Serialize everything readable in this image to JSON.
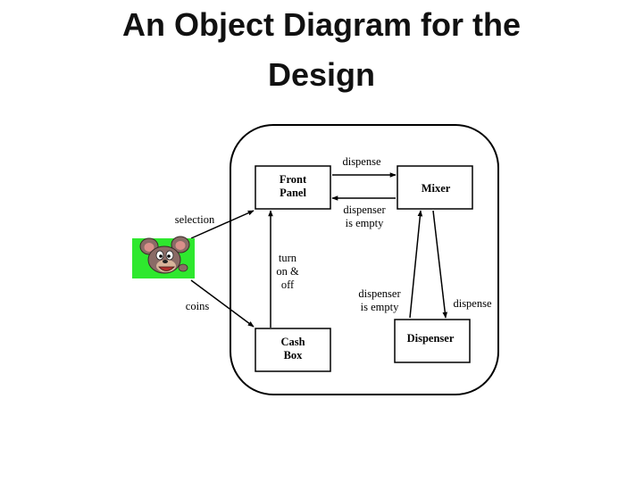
{
  "title": {
    "line1": "An Object Diagram for the",
    "line2": "Design"
  },
  "diagram": {
    "objects": {
      "front_panel": [
        "Front",
        "Panel"
      ],
      "mixer": [
        "Mixer"
      ],
      "cash_box": [
        "Cash",
        "Box"
      ],
      "dispenser": [
        "Dispenser"
      ]
    },
    "messages": {
      "top_dispense": "dispense",
      "dispenser_empty_top": [
        "dispenser",
        "is empty"
      ],
      "selection": "selection",
      "coins": "coins",
      "turn_on_off": [
        "turn",
        "on &",
        "off"
      ],
      "dispenser_empty_bottom": [
        "dispenser",
        "is empty"
      ],
      "right_dispense": "dispense"
    },
    "actor": {
      "icon": "cartoon-mouse-icon",
      "background": "#2ee82e"
    }
  }
}
